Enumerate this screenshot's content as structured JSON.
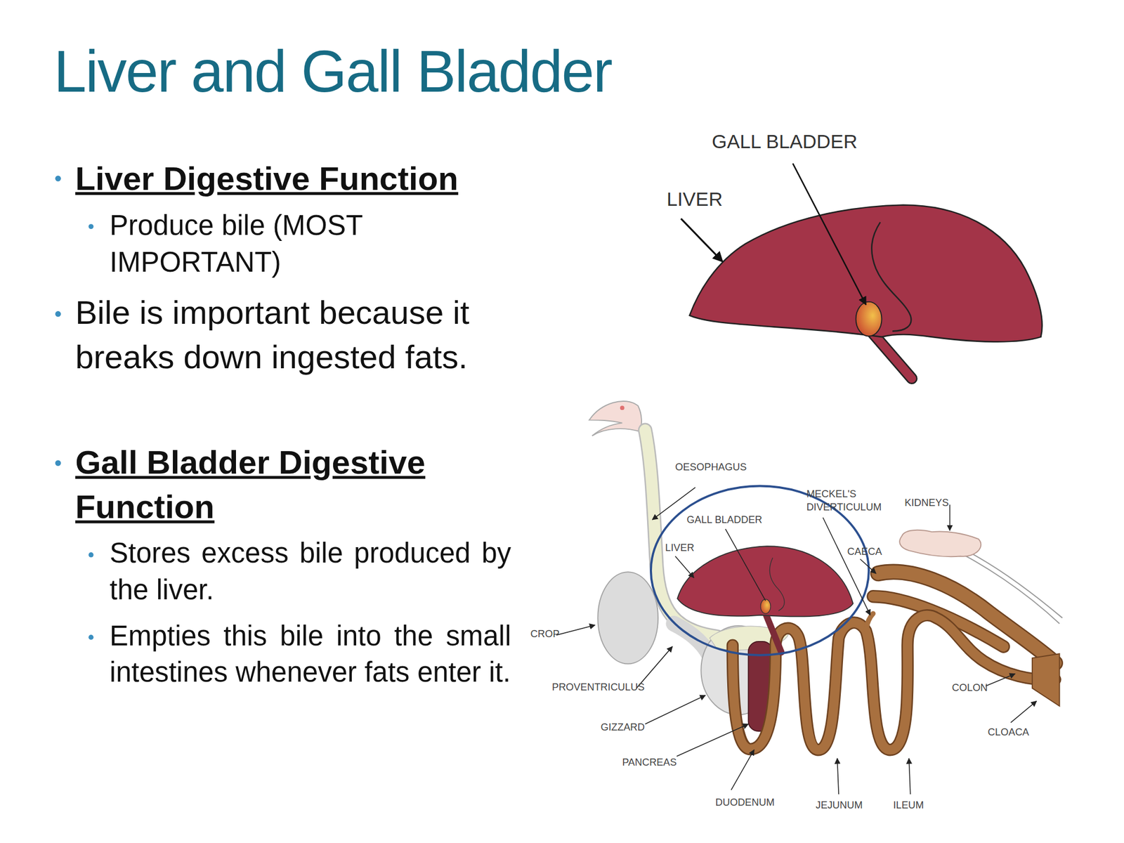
{
  "diagram": {
    "title": "Liver and Gall Bladder",
    "labels": [
      "Liver Digestive Function",
      "Produce bile (MOST IMPORTANT)",
      "Bile is important because it breaks down ingested fats.",
      "Gall Bladder Digestive Function",
      "Stores excess bile produced by the liver.",
      "Empties this bile into the small intestines whenever fats enter it.",
      "GALL BLADDER",
      "LIVER",
      "OESOPHAGUS",
      "MECKEL'S DIVERTICULUM",
      "KIDNEYS",
      "GALL BLADDER",
      "LIVER",
      "CAECA",
      "CROP",
      "PROVENTRICULUS",
      "GIZZARD",
      "PANCREAS",
      "DUODENUM",
      "JEJUNUM",
      "ILEUM",
      "COLON",
      "CLOACA"
    ]
  }
}
